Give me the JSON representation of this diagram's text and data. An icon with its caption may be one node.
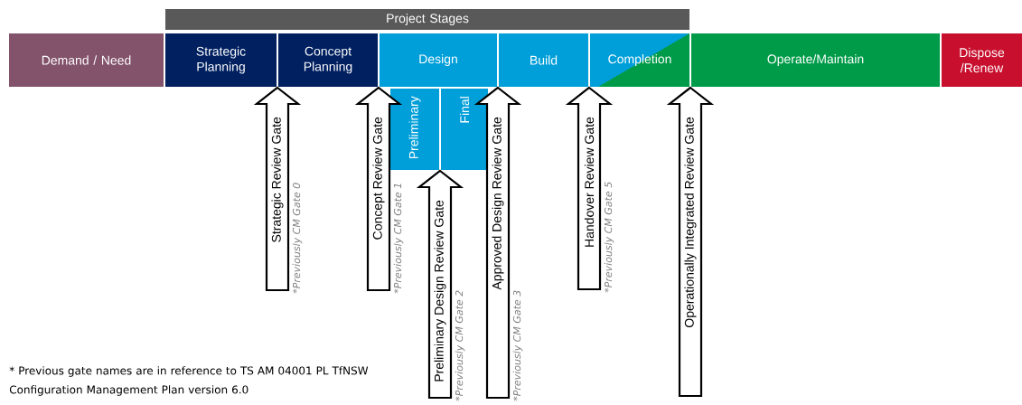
{
  "diagram": {
    "nodes": [
      {
        "text": [
          "Project Stages"
        ]
      },
      {
        "text": [
          "Demand / Need"
        ]
      },
      {
        "text": [
          "Strategic Planning"
        ]
      },
      {
        "text": [
          "Concept Planning"
        ]
      },
      {
        "text": [
          "Design"
        ]
      },
      {
        "text": [
          "Build"
        ]
      },
      {
        "text": [
          "Completion"
        ]
      },
      {
        "text": [
          "Operate/Maintain"
        ]
      },
      {
        "text": [
          "Dispose /Renew"
        ]
      },
      {
        "text": [
          "Preliminary"
        ]
      },
      {
        "text": [
          "Final"
        ]
      },
      {
        "text": [
          "Strategic Review Gate"
        ],
        "beside": [
          "*Previously CM Gate 0"
        ]
      },
      {
        "text": [
          "Concept Review Gate"
        ],
        "beside": [
          "*Previously CM Gate 1"
        ]
      },
      {
        "text": [
          "Preliminary Design Review Gate"
        ],
        "beside": [
          "*Previously CM Gate 2"
        ]
      },
      {
        "text": [
          "Approved Design Review Gate"
        ],
        "beside": [
          "*Previously CM Gate 3"
        ]
      },
      {
        "text": [
          "Handover Review Gate"
        ],
        "beside": [
          "*Previously CM Gate 5"
        ]
      },
      {
        "text": [
          "Operationally Integrated Review Gate"
        ]
      }
    ],
    "labels": [
      "* Previous gate names are in reference to TS AM 04001 PL TfNSW Configuration Management Plan version 6.0"
    ]
  }
}
